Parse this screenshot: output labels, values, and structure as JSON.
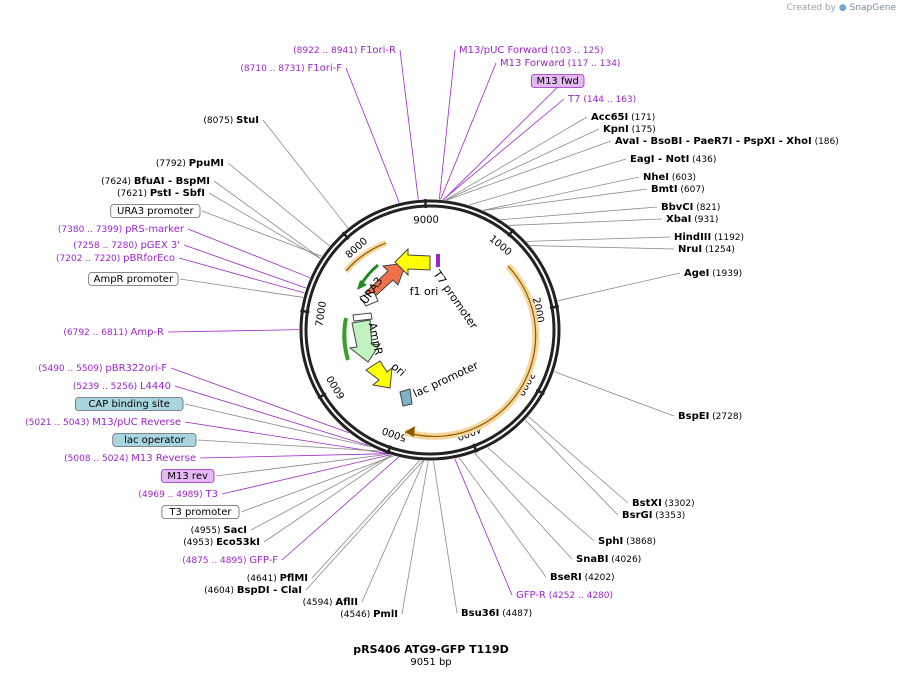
{
  "credit": {
    "prefix": "Created by",
    "brand": "SnapGene"
  },
  "plasmid": {
    "name": "pRS406 ATG9-GFP T119D",
    "length_label": "9051 bp",
    "length": 9051
  },
  "colors": {
    "enzyme": "#000000",
    "primer": "#9b27c7",
    "line": "#777777",
    "feature_arc": "#f0a830",
    "feature_fill": "#fbe3b8"
  },
  "ticks": [
    "1000",
    "2000",
    "3000",
    "4000",
    "5000",
    "6000",
    "7000",
    "8000",
    "9000"
  ],
  "enzymes": [
    {
      "name": "StuI",
      "pos": "(8075)",
      "side": "left"
    },
    {
      "name": "PpuMI",
      "pos": "(7792)",
      "side": "left"
    },
    {
      "name": "BfuAI  - BspMI",
      "pos": "(7624)",
      "side": "left"
    },
    {
      "name": "PstI  - SbfI",
      "pos": "(7621)",
      "side": "left"
    },
    {
      "name": "SacI",
      "pos": "(4955)",
      "side": "left"
    },
    {
      "name": "Eco53kI",
      "pos": "(4953)",
      "side": "left"
    },
    {
      "name": "PflMI",
      "pos": "(4641)",
      "side": "left"
    },
    {
      "name": "BspDI  - ClaI",
      "pos": "(4604)",
      "side": "left"
    },
    {
      "name": "AflII",
      "pos": "(4594)",
      "side": "left"
    },
    {
      "name": "PmlI",
      "pos": "(4546)",
      "side": "left"
    },
    {
      "name": "Acc65I",
      "pos": "(171)",
      "side": "right"
    },
    {
      "name": "KpnI",
      "pos": "(175)",
      "side": "right"
    },
    {
      "name": "AvaI  - BsoBI  - PaeR7I  - PspXI  - XhoI",
      "pos": "(186)",
      "side": "right"
    },
    {
      "name": "EagI  - NotI",
      "pos": "(436)",
      "side": "right"
    },
    {
      "name": "NheI",
      "pos": "(603)",
      "side": "right"
    },
    {
      "name": "BmtI",
      "pos": "(607)",
      "side": "right"
    },
    {
      "name": "BbvCI",
      "pos": "(821)",
      "side": "right"
    },
    {
      "name": "XbaI",
      "pos": "(931)",
      "side": "right"
    },
    {
      "name": "HindIII",
      "pos": "(1192)",
      "side": "right"
    },
    {
      "name": "NruI",
      "pos": "(1254)",
      "side": "right"
    },
    {
      "name": "AgeI",
      "pos": "(1939)",
      "side": "right"
    },
    {
      "name": "BspEI",
      "pos": "(2728)",
      "side": "right"
    },
    {
      "name": "BstXI",
      "pos": "(3302)",
      "side": "right"
    },
    {
      "name": "BsrGI",
      "pos": "(3353)",
      "side": "right"
    },
    {
      "name": "SphI",
      "pos": "(3868)",
      "side": "right"
    },
    {
      "name": "SnaBI",
      "pos": "(4026)",
      "side": "right"
    },
    {
      "name": "BseRI",
      "pos": "(4202)",
      "side": "right"
    },
    {
      "name": "Bsu36I",
      "pos": "(4487)",
      "side": "right"
    }
  ],
  "primers": [
    {
      "name": "F1ori-R",
      "range": "(8922 .. 8941)",
      "side": "left"
    },
    {
      "name": "F1ori-F",
      "range": "(8710 .. 8731)",
      "side": "left"
    },
    {
      "name": "pRS-marker",
      "range": "(7380 .. 7399)",
      "side": "left"
    },
    {
      "name": "pGEX 3'",
      "range": "(7258 .. 7280)",
      "side": "left"
    },
    {
      "name": "pBRforEco",
      "range": "(7202 .. 7220)",
      "side": "left"
    },
    {
      "name": "Amp-R",
      "range": "(6792 .. 6811)",
      "side": "left"
    },
    {
      "name": "pBR322ori-F",
      "range": "(5490 .. 5509)",
      "side": "left"
    },
    {
      "name": "L4440",
      "range": "(5239 .. 5256)",
      "side": "left"
    },
    {
      "name": "M13/pUC Reverse",
      "range": "(5021 .. 5043)",
      "side": "left"
    },
    {
      "name": "M13 Reverse",
      "range": "(5008 .. 5024)",
      "side": "left"
    },
    {
      "name": "T3",
      "range": "(4969 .. 4989)",
      "side": "left"
    },
    {
      "name": "GFP-F",
      "range": "(4875 .. 4895)",
      "side": "left"
    },
    {
      "name": "M13/pUC Forward",
      "range": "(103 .. 125)",
      "side": "right"
    },
    {
      "name": "M13 Forward",
      "range": "(117 .. 134)",
      "side": "right"
    },
    {
      "name": "T7",
      "range": "(144 .. 163)",
      "side": "right"
    },
    {
      "name": "GFP-R",
      "range": "(4252 .. 4280)",
      "side": "right"
    }
  ],
  "boxes": [
    {
      "label": "M13 fwd",
      "style": "purple"
    },
    {
      "label": "URA3 promoter",
      "style": "white"
    },
    {
      "label": "AmpR promoter",
      "style": "white"
    },
    {
      "label": "CAP binding site",
      "style": "teal"
    },
    {
      "label": "lac operator",
      "style": "teal"
    },
    {
      "label": "M13 rev",
      "style": "purple"
    },
    {
      "label": "T3 promoter",
      "style": "white"
    }
  ],
  "inner_labels": [
    "T7 promoter",
    "f1 ori",
    "URA3",
    "AmpR",
    "ori",
    "lac promoter"
  ]
}
